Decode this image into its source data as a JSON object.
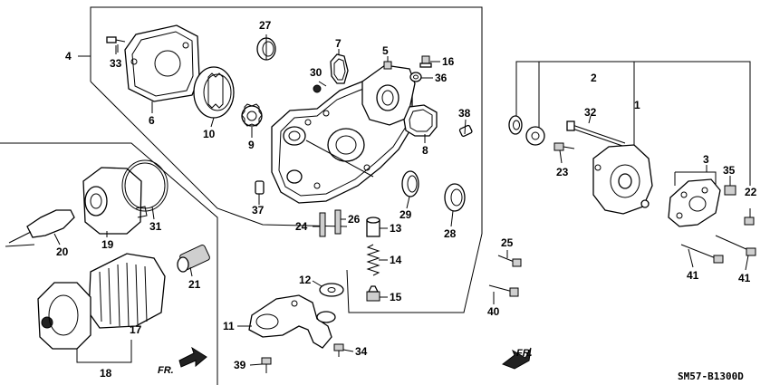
{
  "callouts": [
    "1",
    "2",
    "3",
    "4",
    "5",
    "6",
    "7",
    "8",
    "9",
    "10",
    "11",
    "12",
    "13",
    "14",
    "15",
    "16",
    "17",
    "18",
    "19",
    "20",
    "21",
    "22",
    "23",
    "24",
    "25",
    "26",
    "27",
    "28",
    "29",
    "30",
    "31",
    "32",
    "33",
    "34",
    "35",
    "36",
    "37",
    "38",
    "39",
    "40",
    "41",
    "41"
  ],
  "front_label": "FR.",
  "diagram_code": "SM57-B1300D"
}
